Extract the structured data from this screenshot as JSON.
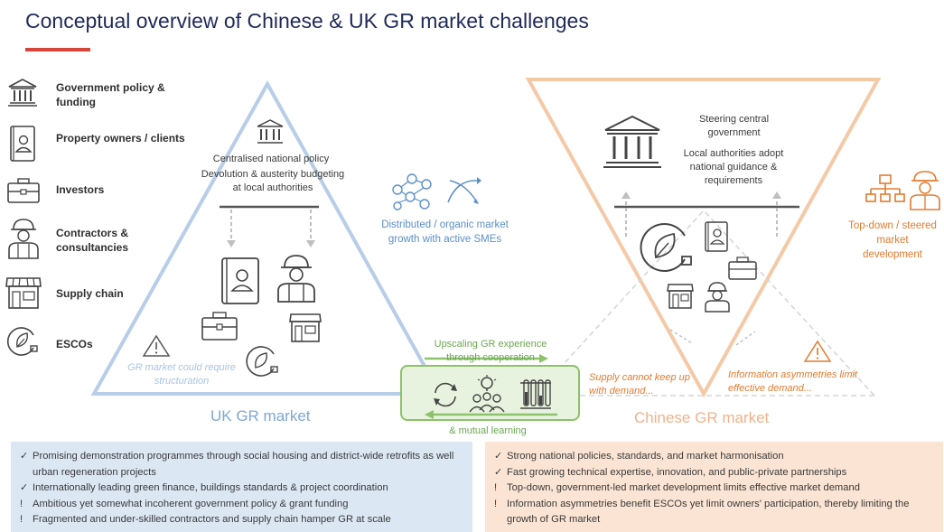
{
  "title": "Conceptual overview of Chinese & UK GR market challenges",
  "legend": [
    {
      "label": "Government policy & funding",
      "icon": "government-building-icon"
    },
    {
      "label": "Property owners / clients",
      "icon": "property-owner-icon"
    },
    {
      "label": "Investors",
      "icon": "briefcase-icon"
    },
    {
      "label": "Contractors & consultancies",
      "icon": "construction-worker-icon"
    },
    {
      "label": "Supply chain",
      "icon": "shop-icon"
    },
    {
      "label": "ESCOs",
      "icon": "leaf-plug-icon"
    }
  ],
  "uk": {
    "policy_line1": "Centralised national policy",
    "policy_line2": "Devolution & austerity budgeting at local authorities",
    "warning": "GR market could require structuration",
    "market_label": "UK GR market"
  },
  "middle": {
    "distributed": "Distributed / organic market growth with active SMEs",
    "upscaling": "Upscaling GR experience through cooperation",
    "mutual": "& mutual learning"
  },
  "china": {
    "steering": "Steering central government",
    "local": "Local authorities adopt national guidance & requirements",
    "topdown": "Top-down / steered market development",
    "supply": "Supply cannot keep up with demand...",
    "info": "Information asymmetries limit effective demand...",
    "market_label": "Chinese GR market"
  },
  "uk_points": [
    {
      "mark": "✓",
      "text": "Promising demonstration programmes through social housing and district-wide retrofits as well urban regeneration projects"
    },
    {
      "mark": "✓",
      "text": "Internationally leading green finance, buildings standards & project coordination"
    },
    {
      "mark": "!",
      "text": "Ambitious yet somewhat incoherent government policy & grant funding"
    },
    {
      "mark": "!",
      "text": "Fragmented and under-skilled contractors and supply chain hamper GR at scale"
    }
  ],
  "china_points": [
    {
      "mark": "✓",
      "text": "Strong national policies, standards, and market harmonisation"
    },
    {
      "mark": "✓",
      "text": "Fast growing technical expertise, innovation, and public-private partnerships"
    },
    {
      "mark": "!",
      "text": "Top-down, government-led market development limits effective market demand"
    },
    {
      "mark": "!",
      "text": "Information asymmetries benefit ESCOs yet limit owners' participation, thereby limiting the growth of GR market"
    }
  ],
  "colors": {
    "uk_blue": "#a9c4e4",
    "china_orange": "#f4c9a6",
    "green": "#8cc26a",
    "title_navy": "#1f2a5a",
    "accent_red": "#d8453a"
  }
}
